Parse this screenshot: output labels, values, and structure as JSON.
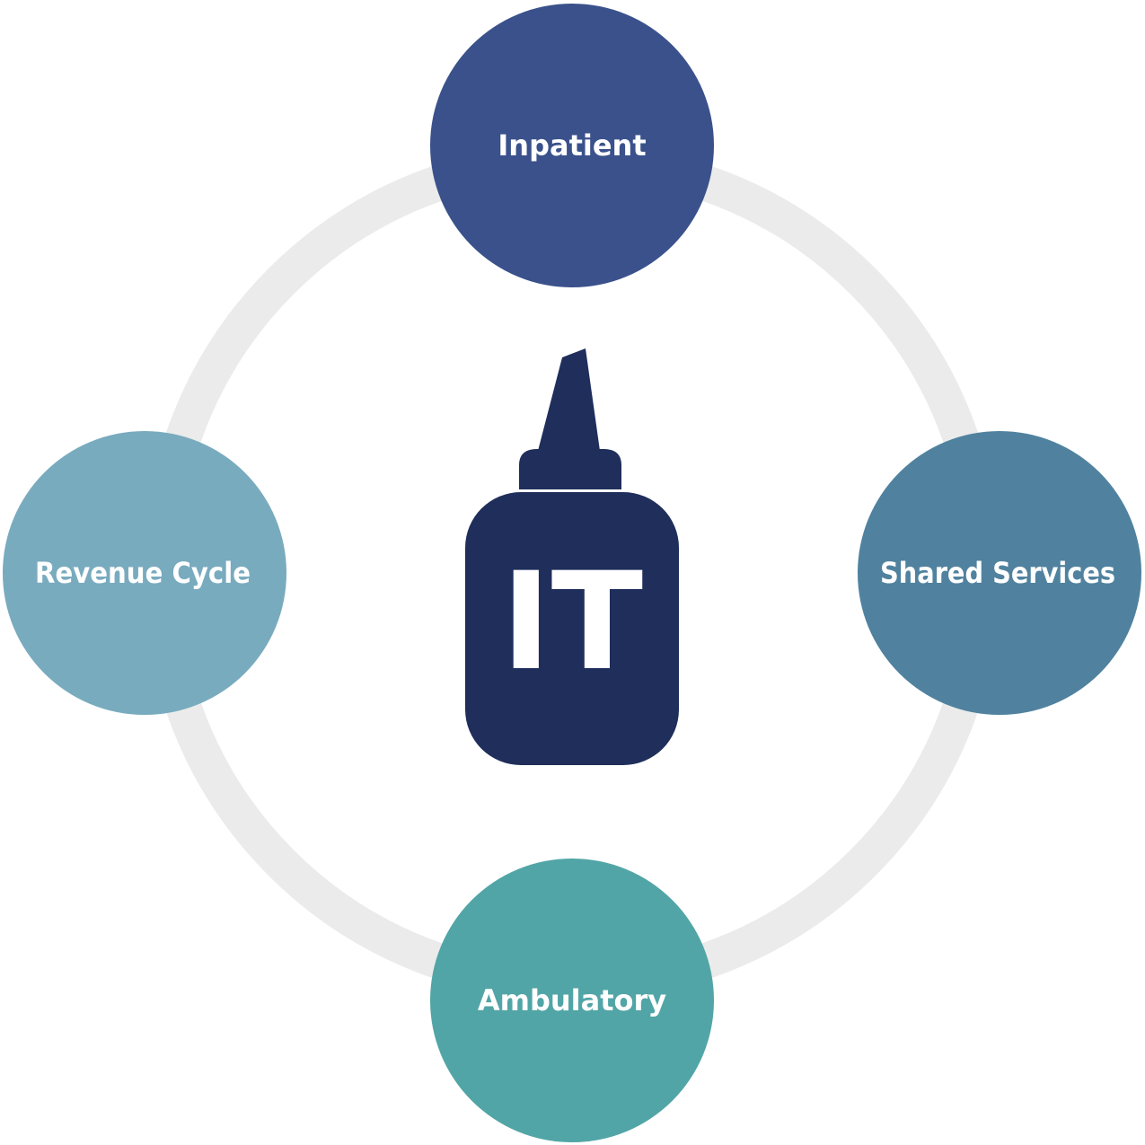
{
  "hub": {
    "label": "IT",
    "icon": "glue-bottle-icon",
    "color": "#1f2e5b"
  },
  "ring": {
    "color": "#ebebeb"
  },
  "nodes": {
    "top": {
      "label": "Inpatient",
      "color": "#3a518b"
    },
    "right": {
      "label": "Shared Services",
      "color": "#50829f"
    },
    "bottom": {
      "label": "Ambulatory",
      "color": "#52a5a6"
    },
    "left": {
      "label": "Revenue Cycle",
      "color": "#79abbf"
    }
  }
}
